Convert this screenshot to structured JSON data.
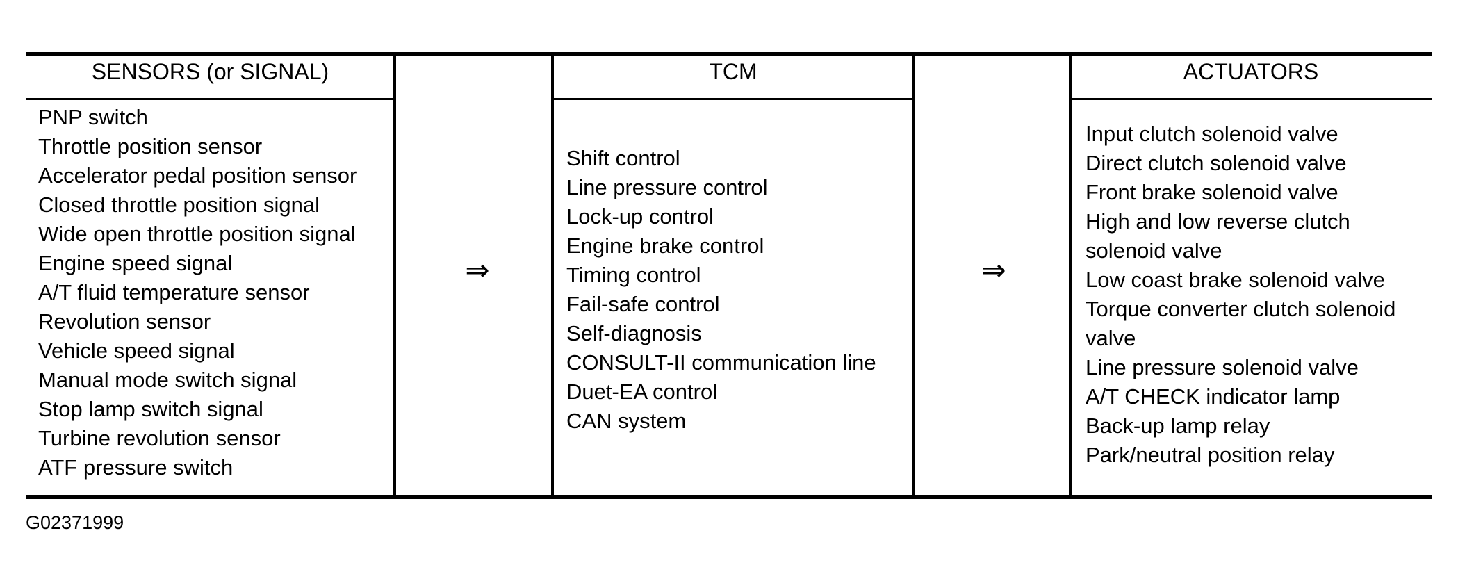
{
  "figure": {
    "code": "G02371999",
    "arrow_symbol": "⇒",
    "colors": {
      "ink": "#000000",
      "background": "#ffffff"
    },
    "columns": [
      {
        "header": "SENSORS (or SIGNAL)",
        "items": [
          "PNP switch",
          "Throttle position sensor",
          "Accelerator pedal position sensor",
          "Closed throttle position signal",
          "Wide open throttle position signal",
          "Engine speed signal",
          "A/T fluid temperature sensor",
          "Revolution sensor",
          "Vehicle speed signal",
          "Manual mode switch signal",
          "Stop lamp switch signal",
          "Turbine revolution sensor",
          "ATF pressure switch"
        ]
      },
      {
        "header": "TCM",
        "items": [
          "Shift control",
          "Line pressure control",
          "Lock-up control",
          "Engine brake control",
          "Timing control",
          "Fail-safe control",
          "Self-diagnosis",
          "CONSULT-II communication line",
          "Duet-EA control",
          "CAN system"
        ]
      },
      {
        "header": "ACTUATORS",
        "items": [
          "Input clutch solenoid valve",
          "Direct clutch solenoid valve",
          "Front brake solenoid valve",
          "High and low reverse clutch solenoid valve",
          "Low coast brake solenoid valve",
          "Torque converter clutch solenoid valve",
          "Line pressure solenoid valve",
          "A/T CHECK indicator lamp",
          "Back-up lamp relay",
          "Park/neutral position relay"
        ]
      }
    ]
  }
}
